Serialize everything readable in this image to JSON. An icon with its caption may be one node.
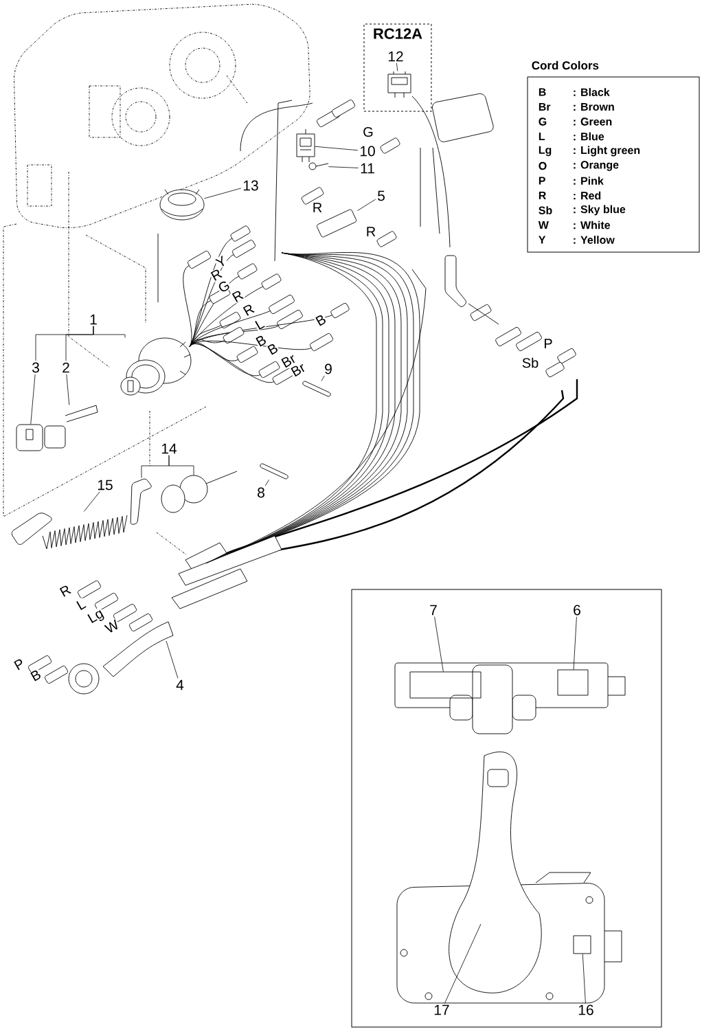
{
  "diagram": {
    "nodes": [
      {
        "text": [
          "RC12A"
        ]
      },
      {
        "text": [
          "12"
        ],
        "in": 0
      },
      {
        "text": [
          "Cord Colors",
          "B",
          ": Black",
          "Br",
          ": Brown",
          "G",
          ": Green",
          "L",
          ": Blue",
          "Lg",
          ": Light green",
          "O",
          ": Orange",
          "P",
          ": Pink",
          "R",
          ": Red",
          "Sb",
          ": Sky blue",
          "W",
          ": White",
          "Y",
          ": Yellow"
        ]
      },
      {
        "text": [
          "10"
        ]
      },
      {
        "text": [
          "11"
        ]
      },
      {
        "text": [
          "13"
        ]
      },
      {
        "text": [
          "5"
        ]
      },
      {
        "text": [
          "1"
        ]
      },
      {
        "text": [
          "3"
        ]
      },
      {
        "text": [
          "2"
        ]
      },
      {
        "text": [
          "9"
        ]
      },
      {
        "text": [
          "14"
        ]
      },
      {
        "text": [
          "15"
        ]
      },
      {
        "text": [
          "8"
        ]
      },
      {
        "text": [
          "4"
        ]
      },
      {
        "text": [],
        "shape": "box"
      },
      {
        "text": [
          "7"
        ],
        "in": 15
      },
      {
        "text": [
          "6"
        ],
        "in": 15
      },
      {
        "text": [
          "17"
        ],
        "in": 15
      },
      {
        "text": [
          "16"
        ],
        "in": 15
      },
      {
        "text": [],
        "shape": "picture",
        "in": 0
      },
      {
        "text": [],
        "shape": "picture"
      },
      {
        "text": [],
        "shape": "picture"
      },
      {
        "text": [],
        "shape": "picture"
      },
      {
        "text": [],
        "shape": "picture"
      },
      {
        "text": [],
        "shape": "picture"
      },
      {
        "text": [],
        "shape": "picture"
      },
      {
        "text": [],
        "shape": "picture"
      },
      {
        "text": [],
        "shape": "picture"
      },
      {
        "text": [],
        "shape": "picture"
      },
      {
        "text": [],
        "shape": "picture"
      },
      {
        "text": [],
        "shape": "picture"
      },
      {
        "text": [],
        "shape": "picture"
      },
      {
        "text": [],
        "shape": "picture"
      },
      {
        "text": [],
        "shape": "box",
        "in": 15
      },
      {
        "text": [],
        "shape": "box",
        "in": 15
      },
      {
        "text": [],
        "shape": "picture",
        "in": 15
      },
      {
        "text": [],
        "shape": "box",
        "in": 15
      }
    ],
    "edges": [
      {
        "from": 1,
        "to": 20,
        "arrow": "none"
      },
      {
        "from": 3,
        "to": 21,
        "arrow": "none"
      },
      {
        "from": 4,
        "to": 22,
        "arrow": "none"
      },
      {
        "from": 5,
        "to": 23,
        "arrow": "none"
      },
      {
        "from": 6,
        "to": 24,
        "arrow": "none"
      },
      {
        "from": 7,
        "to": 8,
        "arrow": "none"
      },
      {
        "from": 7,
        "to": 9,
        "arrow": "none"
      },
      {
        "from": 7,
        "to": 25,
        "arrow": "none"
      },
      {
        "from": 8,
        "to": 26,
        "arrow": "none"
      },
      {
        "from": 9,
        "to": 27,
        "arrow": "none"
      },
      {
        "from": 10,
        "to": 28,
        "arrow": "none"
      },
      {
        "from": 11,
        "to": 29,
        "arrow": "none"
      },
      {
        "from": 11,
        "to": 30,
        "arrow": "none"
      },
      {
        "from": 12,
        "to": 31,
        "arrow": "none"
      },
      {
        "from": 13,
        "to": 32,
        "arrow": "none"
      },
      {
        "from": 14,
        "to": 33,
        "arrow": "none"
      },
      {
        "from": 16,
        "to": 34,
        "arrow": "none"
      },
      {
        "from": 17,
        "to": 35,
        "arrow": "none"
      },
      {
        "from": 18,
        "to": 36,
        "arrow": "none"
      },
      {
        "from": 19,
        "to": 37,
        "arrow": "none"
      }
    ],
    "labels": [
      "G",
      "R",
      "R",
      "Y",
      "R",
      "G",
      "R",
      "R",
      "L",
      "B",
      "B",
      "P",
      "B",
      "Br",
      "Sb",
      "Br",
      "R",
      "L",
      "Lg",
      "W",
      "P",
      "B"
    ]
  }
}
